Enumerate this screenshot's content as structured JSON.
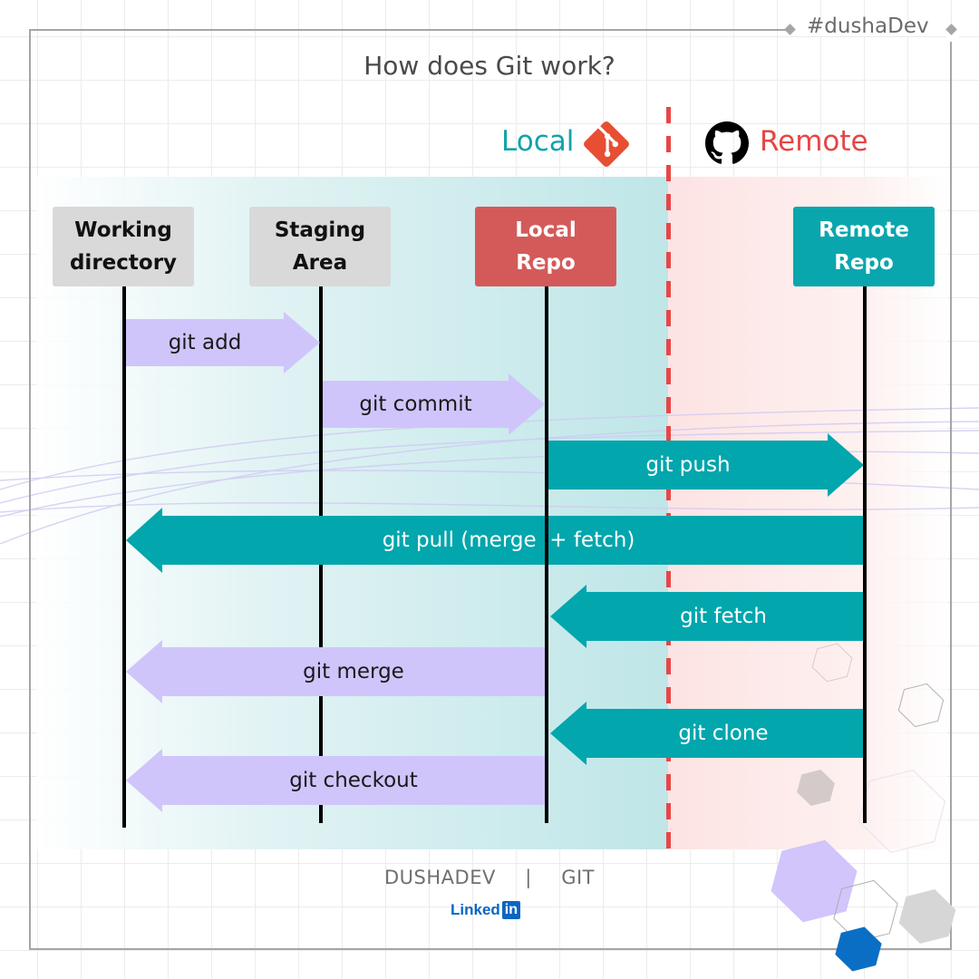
{
  "header": {
    "hashtag": "#dushaDev",
    "title": "How does Git work?"
  },
  "zones": {
    "local": {
      "label": "Local",
      "icon": "git-logo-icon",
      "color": "#11a3a8"
    },
    "remote": {
      "label": "Remote",
      "icon": "github-logo-icon",
      "color": "#e64545"
    }
  },
  "boxes": [
    {
      "id": "working-directory",
      "line1": "Working",
      "line2": "directory",
      "color": "#d9d9d9"
    },
    {
      "id": "staging-area",
      "line1": "Staging",
      "line2": "Area",
      "color": "#d9d9d9"
    },
    {
      "id": "local-repo",
      "line1": "Local",
      "line2": "Repo",
      "color": "#d45a5a"
    },
    {
      "id": "remote-repo",
      "line1": "Remote",
      "line2": "Repo",
      "color": "#0aa6ad"
    }
  ],
  "commands": [
    {
      "label": "git add",
      "from": "Working directory",
      "to": "Staging Area",
      "direction": "right",
      "color": "#d0c5fb"
    },
    {
      "label": "git commit",
      "from": "Staging Area",
      "to": "Local Repo",
      "direction": "right",
      "color": "#d0c5fb"
    },
    {
      "label": "git push",
      "from": "Local Repo",
      "to": "Remote Repo",
      "direction": "right",
      "color": "#02a6ad"
    },
    {
      "label": "git pull (merge  + fetch)",
      "from": "Remote Repo",
      "to": "Working directory",
      "direction": "left",
      "color": "#02a6ad"
    },
    {
      "label": "git fetch",
      "from": "Remote Repo",
      "to": "Local Repo",
      "direction": "left",
      "color": "#02a6ad"
    },
    {
      "label": "git merge",
      "from": "Local Repo",
      "to": "Working directory",
      "direction": "left",
      "color": "#d0c5fb"
    },
    {
      "label": "git clone",
      "from": "Remote Repo",
      "to": "Local Repo",
      "direction": "left",
      "color": "#02a6ad"
    },
    {
      "label": "git checkout",
      "from": "Local Repo",
      "to": "Working directory",
      "direction": "left",
      "color": "#d0c5fb"
    }
  ],
  "footer": {
    "brand": "DUSHADEV",
    "separator": "|",
    "topic": "GIT",
    "linkedin_word": "Linked",
    "linkedin_box": "in"
  }
}
